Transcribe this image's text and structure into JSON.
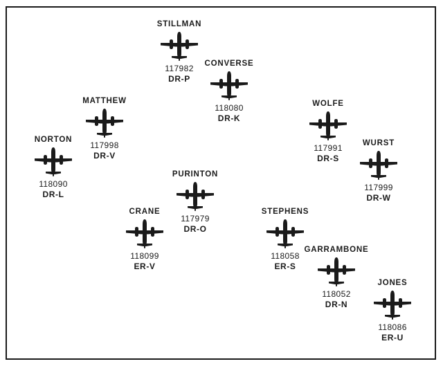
{
  "formation": [
    {
      "pilot": "STILLMAN",
      "serial": "117982",
      "code": "DR-P"
    },
    {
      "pilot": "CONVERSE",
      "serial": "118080",
      "code": "DR-K"
    },
    {
      "pilot": "MATTHEW",
      "serial": "117998",
      "code": "DR-V"
    },
    {
      "pilot": "NORTON",
      "serial": "118090",
      "code": "DR-L"
    },
    {
      "pilot": "WOLFE",
      "serial": "117991",
      "code": "DR-S"
    },
    {
      "pilot": "WURST",
      "serial": "117999",
      "code": "DR-W"
    },
    {
      "pilot": "PURINTON",
      "serial": "117979",
      "code": "DR-O"
    },
    {
      "pilot": "CRANE",
      "serial": "118099",
      "code": "ER-V"
    },
    {
      "pilot": "STEPHENS",
      "serial": "118058",
      "code": "ER-S"
    },
    {
      "pilot": "GARRAMBONE",
      "serial": "118052",
      "code": "DR-N"
    },
    {
      "pilot": "JONES",
      "serial": "118086",
      "code": "ER-U"
    }
  ],
  "colors": {
    "ink": "#1a1a1a",
    "background": "#ffffff"
  },
  "icon": "twin-engine-aircraft-icon"
}
